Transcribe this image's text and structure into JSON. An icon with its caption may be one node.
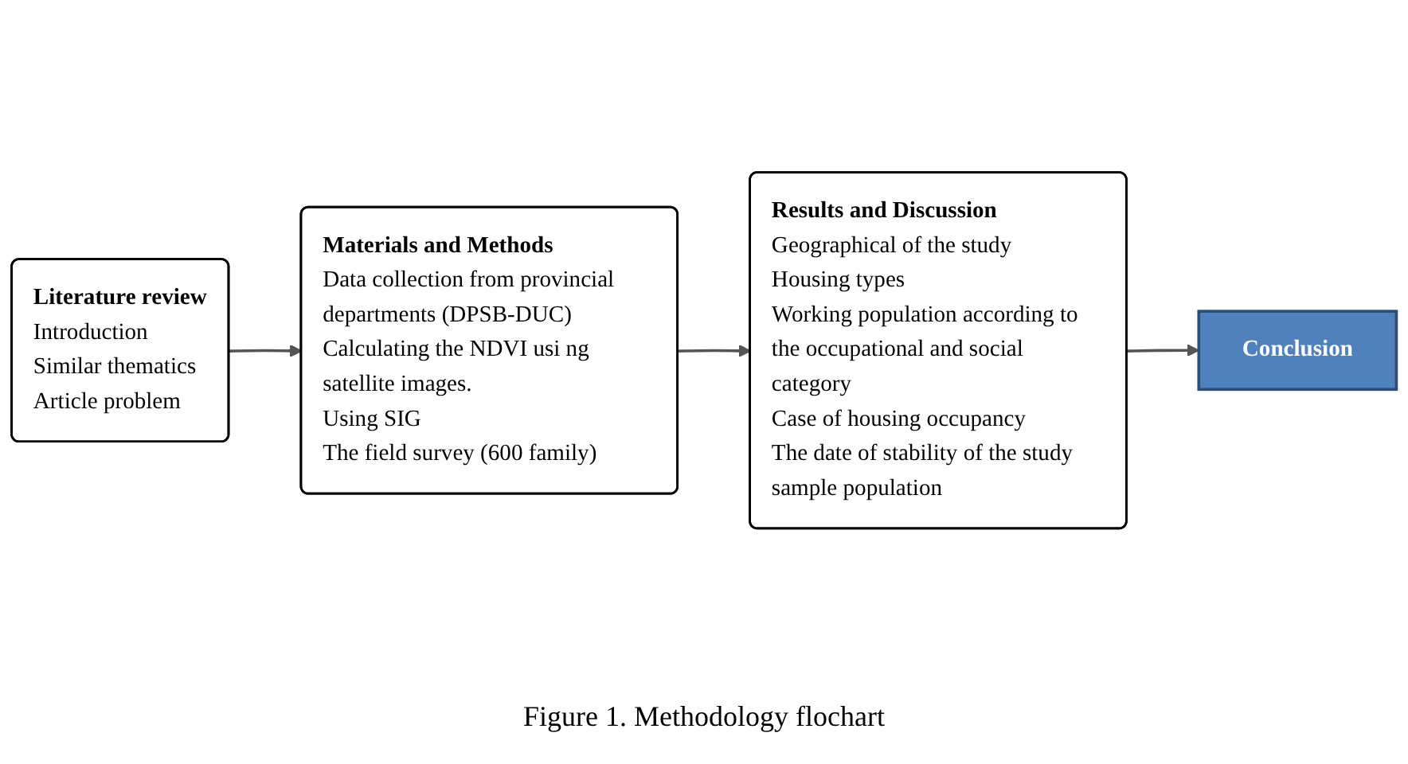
{
  "diagram": {
    "caption": "Figure 1. Methodology flochart",
    "nodes": [
      {
        "text": [
          "Literature review",
          "Introduction",
          "Similar thematics",
          "Article problem"
        ]
      },
      {
        "text": [
          "Materials and Methods",
          "Data collection from provincial departments (DPSB-DUC)",
          "Calculating the NDVI usi ng satellite images.",
          "Using SIG",
          "The field survey (600 family)"
        ]
      },
      {
        "text": [
          "Results and Discussion",
          "Geographical of the study",
          "Housing types",
          "Working population according to the occupational and social category",
          "Case of housing occupancy",
          "The date of stability of the study sample population"
        ]
      },
      {
        "text": [
          "Conclusion"
        ]
      }
    ],
    "edges": [
      {
        "from": 0,
        "to": 1,
        "arrow": "to"
      },
      {
        "from": 1,
        "to": 2,
        "arrow": "to"
      },
      {
        "from": 2,
        "to": 3,
        "arrow": "to"
      }
    ]
  }
}
